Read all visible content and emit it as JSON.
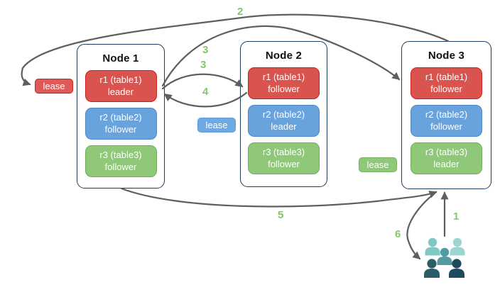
{
  "diagram": {
    "nodes": [
      {
        "title": "Node 1",
        "replicas": [
          {
            "line1": "r1 (table1)",
            "line2": "leader",
            "css": "replica red"
          },
          {
            "line1": "r2 (table2)",
            "line2": "follower",
            "css": "replica blue"
          },
          {
            "line1": "r3 (table3)",
            "line2": "follower",
            "css": "replica green"
          }
        ]
      },
      {
        "title": "Node 2",
        "replicas": [
          {
            "line1": "r1 (table1)",
            "line2": "follower",
            "css": "replica red"
          },
          {
            "line1": "r2 (table2)",
            "line2": "leader",
            "css": "replica blue"
          },
          {
            "line1": "r3 (table3)",
            "line2": "follower",
            "css": "replica green"
          }
        ]
      },
      {
        "title": "Node 3",
        "replicas": [
          {
            "line1": "r1 (table1)",
            "line2": "follower",
            "css": "replica red"
          },
          {
            "line1": "r2 (table2)",
            "line2": "follower",
            "css": "replica blue"
          },
          {
            "line1": "r3 (table3)",
            "line2": "leader",
            "css": "replica green"
          }
        ]
      }
    ],
    "leases": [
      {
        "label": "lease",
        "color": "#dd5a56"
      },
      {
        "label": "lease",
        "color": "#6fa9e2"
      },
      {
        "label": "lease",
        "color": "#8ec878"
      }
    ],
    "steps": [
      {
        "n": "1"
      },
      {
        "n": "2"
      },
      {
        "n": "3"
      },
      {
        "n": "3"
      },
      {
        "n": "4"
      },
      {
        "n": "5"
      },
      {
        "n": "6"
      }
    ],
    "icons": {
      "clients": "people-group-icon"
    },
    "colors": {
      "replica_red_fill": "#d9534f",
      "replica_red_border": "#cf201c",
      "replica_blue_fill": "#68a3dd",
      "replica_blue_border": "#4d87c7",
      "replica_green_fill": "#8ec878",
      "replica_green_border": "#6fae55",
      "node_border": "#1c3a5e",
      "arrow": "#5f5f5f",
      "step_number": "#87c46a",
      "box_text": "#ffffff",
      "people_light": "#7fc9c5",
      "people_light_alt": "#9bd6d2",
      "people_mid": "#549aa4",
      "people_dark": "#2a5c6a",
      "people_dark_alt": "#1d4a5e"
    }
  }
}
